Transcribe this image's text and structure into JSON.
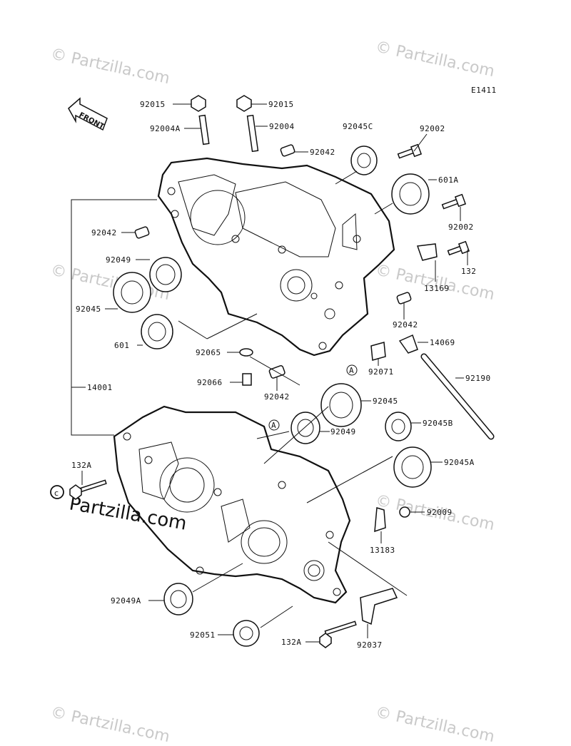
{
  "diagram_code": "E1411",
  "front_label": "FRONT",
  "watermark_text": "© Partzilla.com",
  "watermark_big_text": "Partzilla.com",
  "ref_marker": "A",
  "parts": {
    "p92015a": "92015",
    "p92015b": "92015",
    "p92004a": "92004A",
    "p92004": "92004",
    "p92045c": "92045C",
    "p92002a": "92002",
    "p92042a": "92042",
    "p601a": "601A",
    "p92002b": "92002",
    "p92042b": "92042",
    "p132": "132",
    "p92049a": "92049",
    "p13169": "13169",
    "p92045a": "92045",
    "p92042c": "92042",
    "p601": "601",
    "p14069": "14069",
    "p92065": "92065",
    "p92071": "92071",
    "p92190": "92190",
    "p92066": "92066",
    "p92042d": "92042",
    "p92045b": "92045",
    "p14001": "14001",
    "p92049b": "92049",
    "p92045B": "92045B",
    "p132A1": "132A",
    "p92045A": "92045A",
    "p92009": "92009",
    "p13183": "13183",
    "p92049A": "92049A",
    "p92051": "92051",
    "p132A2": "132A",
    "p92037": "92037"
  }
}
